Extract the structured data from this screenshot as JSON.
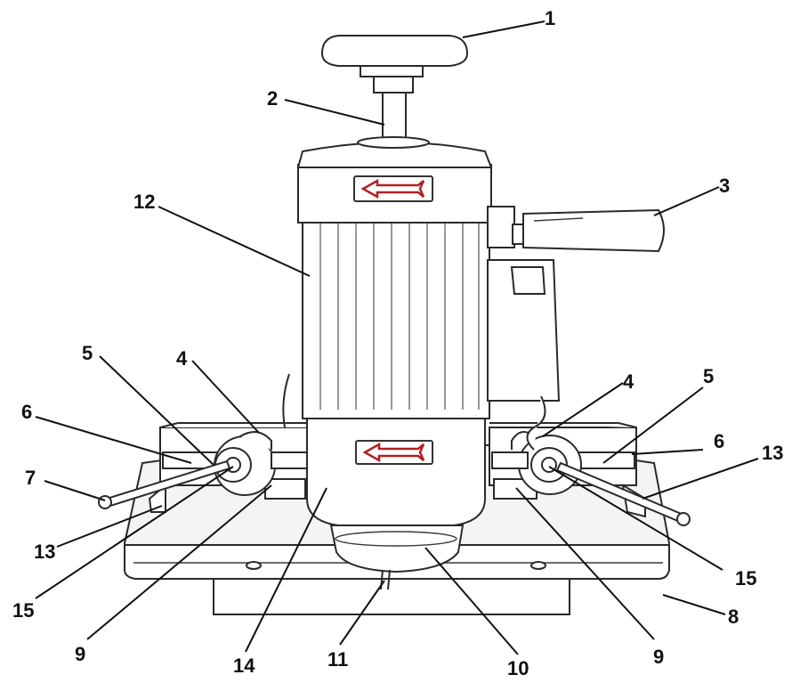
{
  "callouts": [
    {
      "id": "1",
      "text": "1"
    },
    {
      "id": "2",
      "text": "2"
    },
    {
      "id": "3",
      "text": "3"
    },
    {
      "id": "4a",
      "text": "4"
    },
    {
      "id": "4b",
      "text": "4"
    },
    {
      "id": "5a",
      "text": "5"
    },
    {
      "id": "5b",
      "text": "5"
    },
    {
      "id": "6a",
      "text": "6"
    },
    {
      "id": "6b",
      "text": "6"
    },
    {
      "id": "7",
      "text": "7"
    },
    {
      "id": "8",
      "text": "8"
    },
    {
      "id": "9a",
      "text": "9"
    },
    {
      "id": "9b",
      "text": "9"
    },
    {
      "id": "10",
      "text": "10"
    },
    {
      "id": "11",
      "text": "11"
    },
    {
      "id": "12",
      "text": "12"
    },
    {
      "id": "13a",
      "text": "13"
    },
    {
      "id": "13b",
      "text": "13"
    },
    {
      "id": "14",
      "text": "14"
    },
    {
      "id": "15a",
      "text": "15"
    },
    {
      "id": "15b",
      "text": "15"
    }
  ],
  "colors": {
    "ink": "#2a2a2a",
    "arrow_red": "#b02020",
    "background": "#ffffff"
  }
}
